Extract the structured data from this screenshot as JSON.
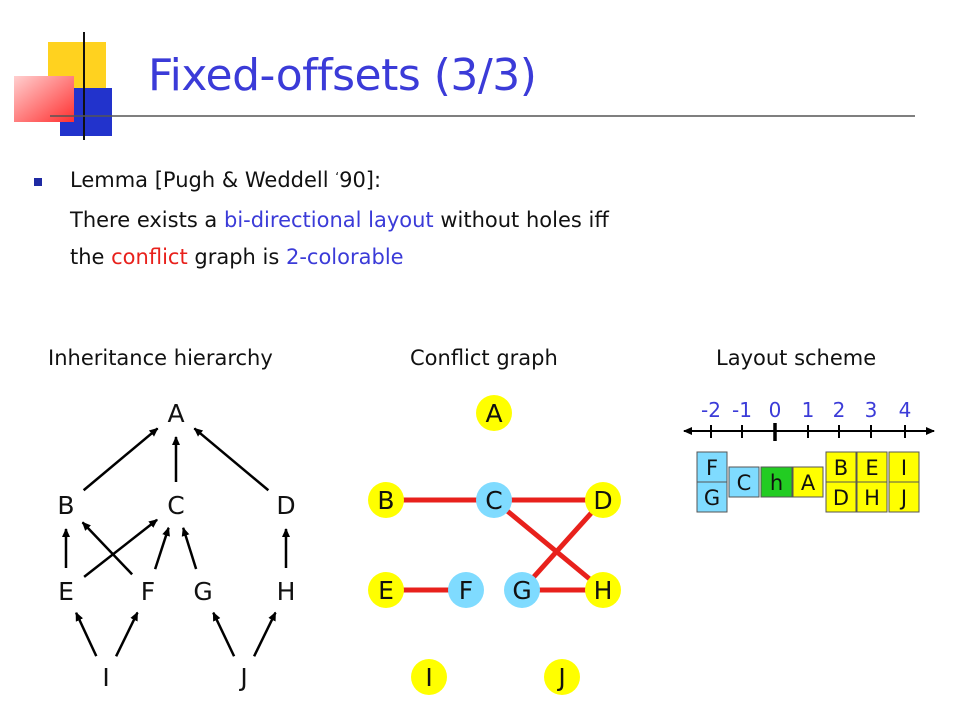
{
  "title": "Fixed-offsets (3/3)",
  "lemma": {
    "line1_a": "Lemma [Pugh & Weddell ",
    "line1_quote": "‘",
    "line1_b": "90]:",
    "line2_a": "There exists a ",
    "line2_b": "bi-directional layout",
    "line2_c": " without holes iff",
    "line3_a": "the ",
    "line3_b": "conflict",
    "line3_c": " graph is ",
    "line3_d": "2-colorable"
  },
  "captions": {
    "hierarchy": "Inheritance hierarchy",
    "conflict": "Conflict graph",
    "layout": "Layout scheme"
  },
  "hierarchy": {
    "nodes": [
      "A",
      "B",
      "C",
      "D",
      "E",
      "F",
      "G",
      "H",
      "I",
      "J"
    ],
    "edges": [
      [
        "B",
        "A"
      ],
      [
        "C",
        "A"
      ],
      [
        "D",
        "A"
      ],
      [
        "E",
        "B"
      ],
      [
        "E",
        "C"
      ],
      [
        "F",
        "B"
      ],
      [
        "F",
        "C"
      ],
      [
        "G",
        "C"
      ],
      [
        "H",
        "D"
      ],
      [
        "I",
        "E"
      ],
      [
        "I",
        "F"
      ],
      [
        "J",
        "G"
      ],
      [
        "J",
        "H"
      ]
    ]
  },
  "conflict": {
    "nodes": [
      {
        "id": "A",
        "color": "#ffff00"
      },
      {
        "id": "B",
        "color": "#ffff00"
      },
      {
        "id": "C",
        "color": "#7fdbff"
      },
      {
        "id": "D",
        "color": "#ffff00"
      },
      {
        "id": "E",
        "color": "#ffff00"
      },
      {
        "id": "F",
        "color": "#7fdbff"
      },
      {
        "id": "G",
        "color": "#7fdbff"
      },
      {
        "id": "H",
        "color": "#ffff00"
      },
      {
        "id": "I",
        "color": "#ffff00"
      },
      {
        "id": "J",
        "color": "#ffff00"
      }
    ],
    "edges": [
      [
        "B",
        "C"
      ],
      [
        "C",
        "D"
      ],
      [
        "E",
        "F"
      ],
      [
        "G",
        "H"
      ],
      [
        "C",
        "H"
      ],
      [
        "D",
        "G"
      ]
    ],
    "edge_color": "#e8211c"
  },
  "layout": {
    "ticks": [
      "-2",
      "-1",
      "0",
      "1",
      "2",
      "3",
      "4"
    ],
    "cells": [
      {
        "label": "F",
        "color": "#7fdbff"
      },
      {
        "label": "G",
        "color": "#7fdbff"
      },
      {
        "label": "C",
        "color": "#7fdbff"
      },
      {
        "label": "h",
        "color": "#22cc22"
      },
      {
        "label": "A",
        "color": "#ffff00"
      },
      {
        "label": "B",
        "color": "#ffff00"
      },
      {
        "label": "E",
        "color": "#ffff00"
      },
      {
        "label": "I",
        "color": "#ffff00"
      },
      {
        "label": "D",
        "color": "#ffff00"
      },
      {
        "label": "H",
        "color": "#ffff00"
      },
      {
        "label": "J",
        "color": "#ffff00"
      }
    ]
  },
  "colors": {
    "title": "#3b3bd8",
    "accent_blue": "#3b3bd8",
    "accent_red": "#e8211c",
    "node_yellow": "#ffff00",
    "node_cyan": "#7fdbff"
  }
}
